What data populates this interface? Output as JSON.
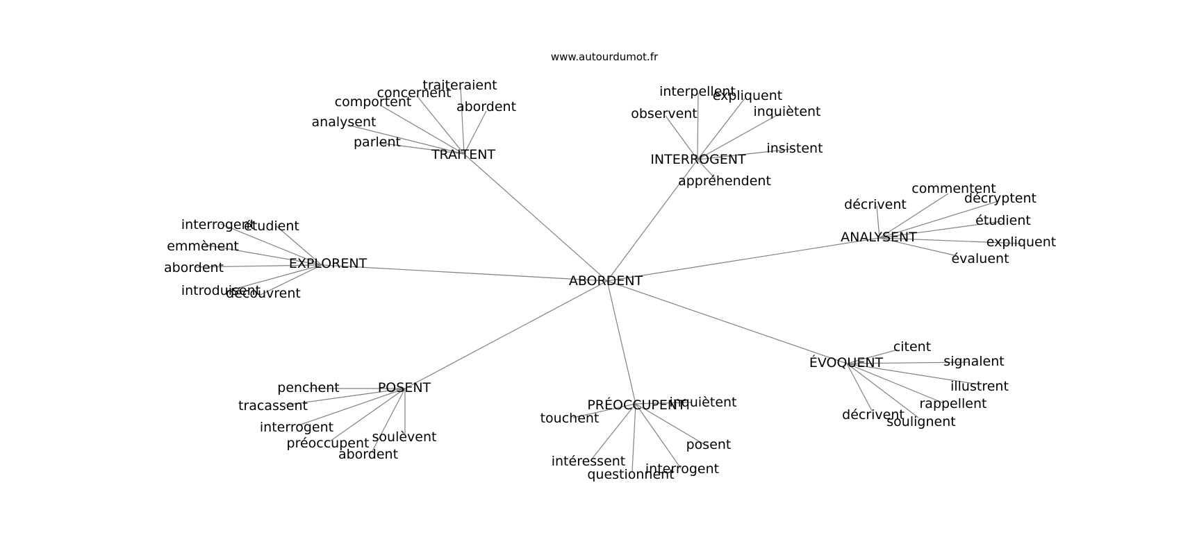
{
  "site": "www.autourdumot.fr",
  "graph": {
    "root": "ABORDENT",
    "clusters": [
      {
        "hub": "TRAITENT",
        "words": [
          "traiteraient",
          "concernent",
          "comportent",
          "abordent",
          "analysent",
          "parlent"
        ]
      },
      {
        "hub": "INTERROGENT",
        "words": [
          "interpellent",
          "expliquent",
          "observent",
          "inquiètent",
          "insistent",
          "appréhendent"
        ]
      },
      {
        "hub": "ANALYSENT",
        "words": [
          "commentent",
          "décrivent",
          "décryptent",
          "étudient",
          "expliquent",
          "évaluent"
        ]
      },
      {
        "hub": "EXPLORENT",
        "words": [
          "interrogent",
          "étudient",
          "emmènent",
          "abordent",
          "introduisent",
          "découvrent"
        ]
      },
      {
        "hub": "ÉVOQUENT",
        "words": [
          "citent",
          "signalent",
          "illustrent",
          "rappellent",
          "décrivent",
          "soulignent"
        ]
      },
      {
        "hub": "POSENT",
        "words": [
          "penchent",
          "tracassent",
          "interrogent",
          "préoccupent",
          "soulèvent",
          "abordent"
        ]
      },
      {
        "hub": "PRÉOCCUPENT",
        "words": [
          "inquiètent",
          "touchent",
          "posent",
          "intéressent",
          "interrogent",
          "questionnent"
        ]
      }
    ]
  }
}
